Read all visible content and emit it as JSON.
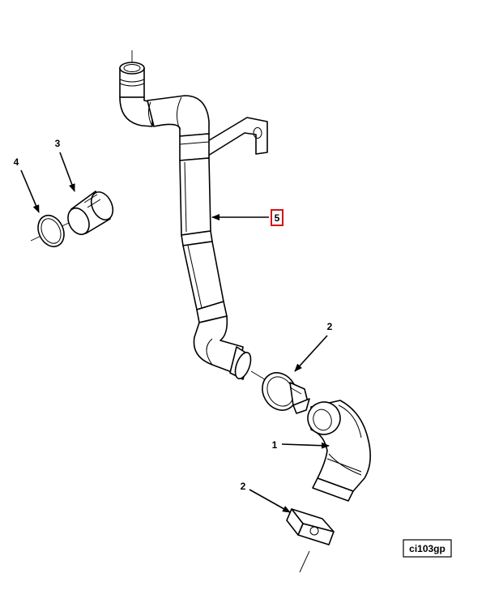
{
  "callouts": {
    "hose_pipe": "5",
    "o_ring": "4",
    "adapter": "3",
    "clamp_upper": "2",
    "elbow_hose": "1",
    "clamp_lower": "2"
  },
  "figure_ref": "ci103gp",
  "colors": {
    "line": "#000000",
    "highlight": "#d31414"
  }
}
